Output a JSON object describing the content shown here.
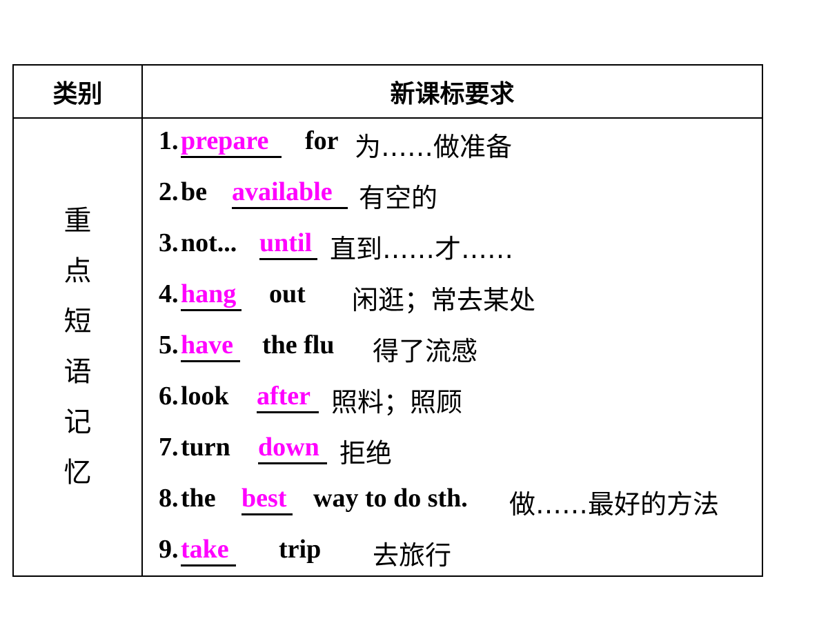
{
  "header": {
    "category": "类别",
    "requirement": "新课标要求"
  },
  "category_chars": [
    "重",
    "点",
    "短",
    "语",
    "记",
    "忆"
  ],
  "items": [
    {
      "num": "1.",
      "pre": "",
      "answer": "prepare",
      "post": "for",
      "meaning": "为……做准备"
    },
    {
      "num": "2.",
      "pre": "be ",
      "answer": "available",
      "post": "",
      "meaning": "有空的"
    },
    {
      "num": "3.",
      "pre": "not...",
      "answer": "until",
      "post": "",
      "meaning": "直到……才……"
    },
    {
      "num": "4.",
      "pre": "",
      "answer": "hang",
      "post": "out",
      "meaning": "闲逛；常去某处"
    },
    {
      "num": "5.",
      "pre": "",
      "answer": "have",
      "post": "the flu",
      "meaning": "得了流感"
    },
    {
      "num": "6.",
      "pre": "look ",
      "answer": "after",
      "post": "",
      "meaning": "照料；照顾"
    },
    {
      "num": "7.",
      "pre": "turn ",
      "answer": "down",
      "post": "",
      "meaning": "拒绝"
    },
    {
      "num": "8.",
      "pre": "the ",
      "answer": "best",
      "post": "way to do sth.",
      "meaning": "做……最好的方法"
    },
    {
      "num": "9.",
      "pre": "",
      "answer": "take",
      "post": "trip",
      "meaning": "去旅行"
    }
  ]
}
